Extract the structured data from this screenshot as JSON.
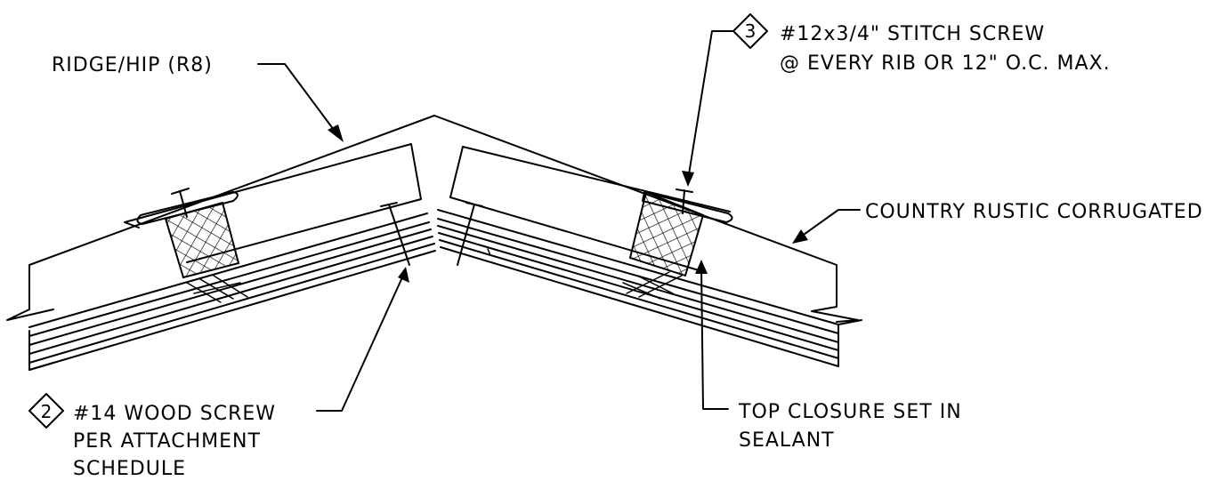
{
  "labels": {
    "ridge_hip": "RIDGE/HIP (R8)",
    "stitch_screw_line1": "#12x3/4\" STITCH SCREW",
    "stitch_screw_line2": "@ EVERY RIB OR 12\" O.C. MAX.",
    "country_rustic": "COUNTRY RUSTIC CORRUGATED",
    "wood_screw_line1": "#14 WOOD SCREW",
    "wood_screw_line2": "PER ATTACHMENT",
    "wood_screw_line3": "SCHEDULE",
    "top_closure_line1": "TOP CLOSURE SET IN",
    "top_closure_line2": "SEALANT"
  },
  "callouts": {
    "stitch_screw_number": "3",
    "wood_screw_number": "2"
  }
}
